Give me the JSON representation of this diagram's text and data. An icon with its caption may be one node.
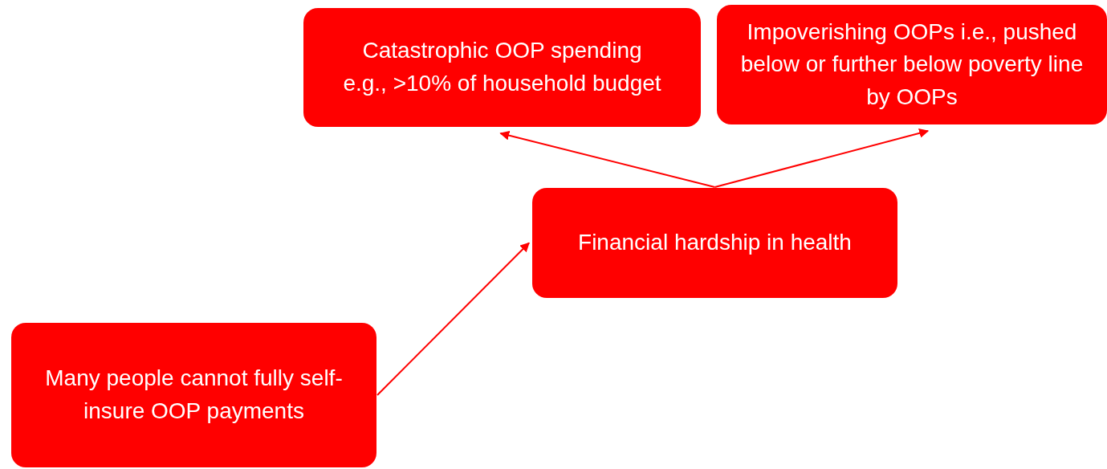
{
  "diagram": {
    "nodes": [
      {
        "text": [
          "Catastrophic OOP spending e.g., >10% of household budget"
        ]
      },
      {
        "text": [
          "Impoverishing OOPs i.e., pushed below or further below poverty line by OOPs"
        ]
      },
      {
        "text": [
          "Financial hardship in health"
        ]
      },
      {
        "text": [
          "Many people cannot fully self-insure OOP payments"
        ]
      }
    ],
    "edges": [
      {
        "from": 3,
        "to": 2,
        "arrow": "to"
      },
      {
        "from": 2,
        "to": 0,
        "arrow": "to"
      },
      {
        "from": 2,
        "to": 1,
        "arrow": "to"
      }
    ]
  }
}
